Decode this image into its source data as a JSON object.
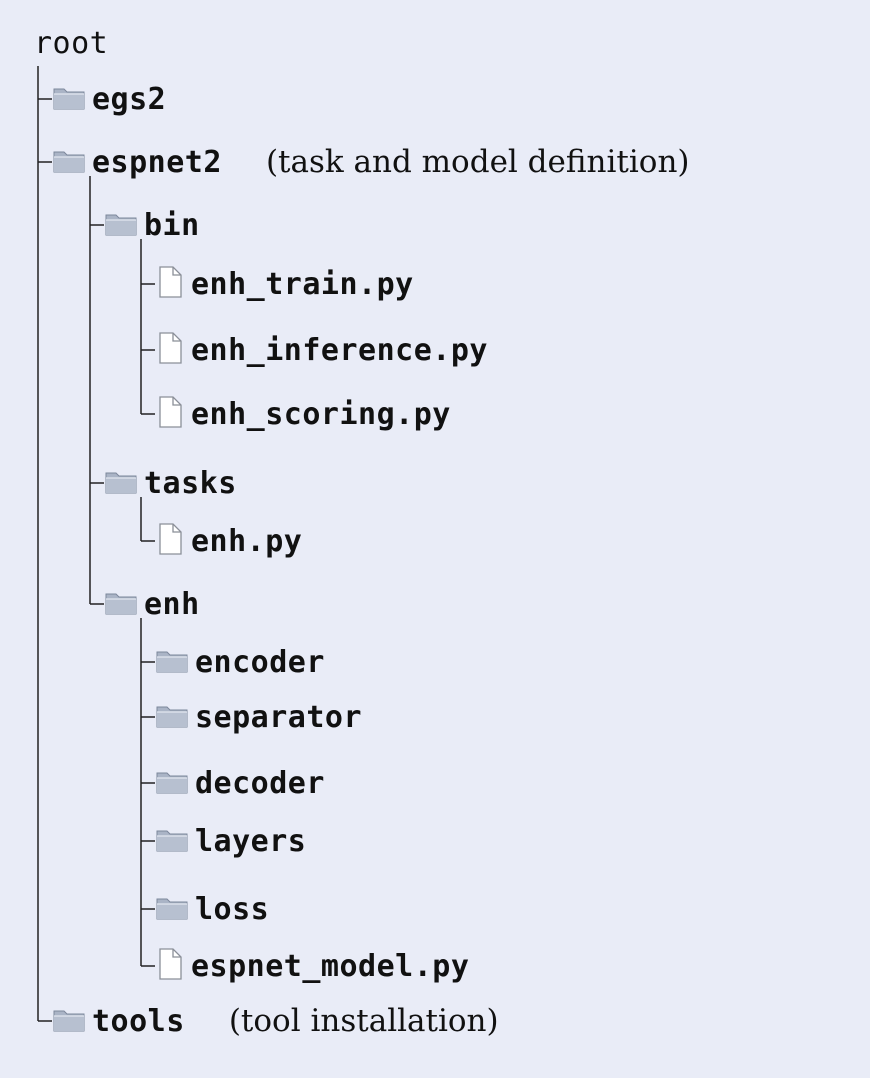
{
  "root": "root",
  "nodes": [
    {
      "label": "egs2",
      "type": "folder",
      "depth": 0,
      "note": ""
    },
    {
      "label": "espnet2",
      "type": "folder",
      "depth": 0,
      "note": "(task and model definition)"
    },
    {
      "label": "bin",
      "type": "folder",
      "depth": 1,
      "note": ""
    },
    {
      "label": "enh_train.py",
      "type": "file",
      "depth": 2,
      "note": ""
    },
    {
      "label": "enh_inference.py",
      "type": "file",
      "depth": 2,
      "note": ""
    },
    {
      "label": "enh_scoring.py",
      "type": "file",
      "depth": 2,
      "note": ""
    },
    {
      "label": "tasks",
      "type": "folder",
      "depth": 1,
      "note": ""
    },
    {
      "label": "enh.py",
      "type": "file",
      "depth": 2,
      "note": ""
    },
    {
      "label": "enh",
      "type": "folder",
      "depth": 1,
      "note": ""
    },
    {
      "label": "encoder",
      "type": "folder",
      "depth": 2,
      "note": ""
    },
    {
      "label": "separator",
      "type": "folder",
      "depth": 2,
      "note": ""
    },
    {
      "label": "decoder",
      "type": "folder",
      "depth": 2,
      "note": ""
    },
    {
      "label": "layers",
      "type": "folder",
      "depth": 2,
      "note": ""
    },
    {
      "label": "loss",
      "type": "folder",
      "depth": 2,
      "note": ""
    },
    {
      "label": "espnet_model.py",
      "type": "file",
      "depth": 2,
      "note": ""
    },
    {
      "label": "tools",
      "type": "folder",
      "depth": 0,
      "note": "(tool installation)"
    }
  ],
  "icons": {
    "folder": "folder-icon",
    "file": "file-icon"
  },
  "colors": {
    "folder": "#aab4c6",
    "folder_edge": "#7c879b",
    "file_stroke": "#8a8f98",
    "line": "#222222",
    "background": "#e9ecf7"
  }
}
